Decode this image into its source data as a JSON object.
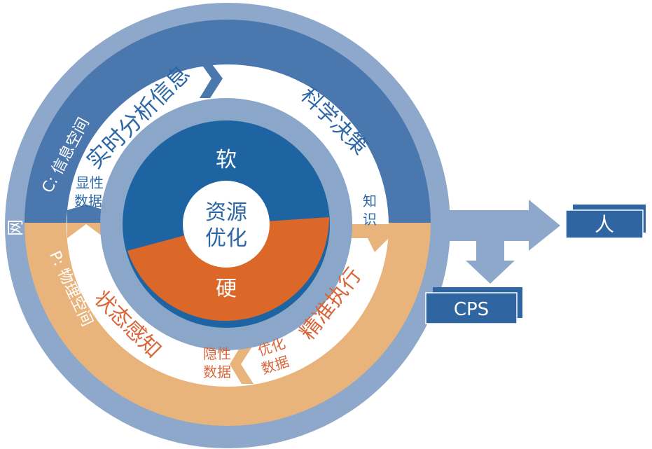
{
  "outer_ring_label": "网",
  "cyber_space": {
    "label": "C: 信息空间",
    "step": "实时分析信息",
    "decision": "科学决策",
    "explicit_data": [
      "显性",
      "数据"
    ],
    "knowledge": [
      "知",
      "识"
    ]
  },
  "physical_space": {
    "label": "P: 物理空间",
    "step": "状态感知",
    "execution": "精准执行",
    "implicit_data": [
      "隐性",
      "数据"
    ],
    "optimized_data": [
      "优化",
      "数据"
    ]
  },
  "core": {
    "soft": "软",
    "hard": "硬",
    "center": [
      "资源",
      "优化"
    ]
  },
  "outputs": {
    "human": "人",
    "cps": "CPS"
  },
  "colors": {
    "outer_ring": "#8DA8CA",
    "cyber_band": "#4A77AE",
    "physical_band": "#E8B47C",
    "soft_core": "#1E64A3",
    "hard_core": "#DB6828",
    "blue_text": "#2D67A6",
    "orange_text": "#D9663A"
  }
}
